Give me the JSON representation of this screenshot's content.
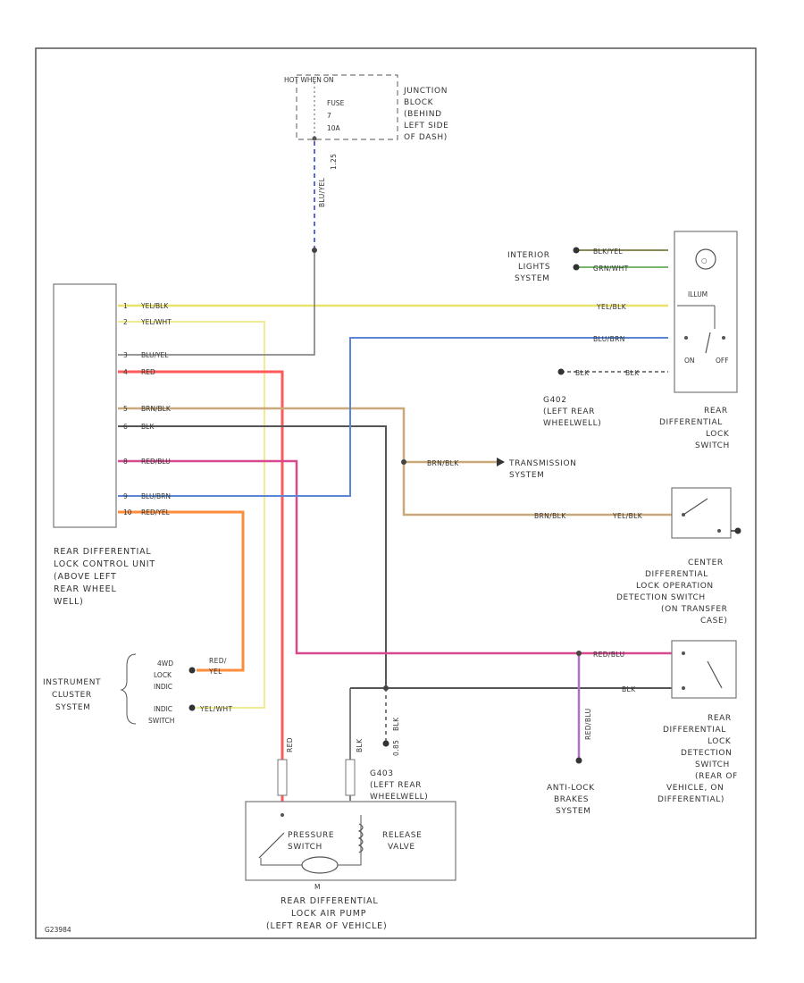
{
  "hot_box": {
    "hot_in": "HOT WHEN",
    "on": "ON",
    "fuse_label": "FUSE",
    "fuse_num": "7",
    "fuse_amp": "10A"
  },
  "junction_block": [
    "JUNCTION",
    "BLOCK",
    "(BEHIND",
    "LEFT SIDE",
    "OF DASH)"
  ],
  "feed_wire": "BLU/YEL",
  "feed_gauge": "1.25",
  "control_unit": {
    "label": [
      "REAR DIFFERENTIAL",
      "LOCK CONTROL UNIT",
      "(ABOVE LEFT",
      "REAR WHEEL",
      "WELL)"
    ],
    "pins": [
      {
        "num": "1",
        "wire": "YEL/BLK"
      },
      {
        "num": "2",
        "wire": "YEL/WHT"
      },
      {
        "num": "3",
        "wire": "BLU/YEL"
      },
      {
        "num": "4",
        "wire": "RED"
      },
      {
        "num": "5",
        "wire": "BRN/BLK"
      },
      {
        "num": "6",
        "wire": "BLK"
      },
      {
        "num": "8",
        "wire": "RED/BLU"
      },
      {
        "num": "9",
        "wire": "BLU/BRN"
      },
      {
        "num": "10",
        "wire": "RED/YEL"
      }
    ]
  },
  "interior_lights": {
    "label": [
      "INTERIOR",
      "LIGHTS",
      "SYSTEM"
    ],
    "wire1": "BLK/YEL",
    "wire2": "GRN/WHT"
  },
  "rear_diff_switch": {
    "label": [
      "REAR",
      "DIFFERENTIAL",
      "LOCK",
      "SWITCH"
    ],
    "illum": "ILLUM",
    "on": "ON",
    "off": "OFF",
    "wire_yel": "YEL/BLK",
    "wire_blu": "BLU/BRN",
    "wire_blk": "BLK",
    "ground_wire": "BLK"
  },
  "g402": {
    "label": [
      "G402",
      "(LEFT REAR",
      "WHEELWELL)"
    ]
  },
  "transmission": {
    "label": [
      "TRANSMISSION",
      "SYSTEM"
    ],
    "wire": "BRN/BLK"
  },
  "center_diff": {
    "label": [
      "CENTER",
      "DIFFERENTIAL",
      "LOCK OPERATION",
      "DETECTION SWITCH",
      "(ON TRANSFER",
      "CASE)"
    ],
    "wire1": "BRN/BLK",
    "wire2": "YEL/BLK"
  },
  "rear_diff_detect": {
    "label": [
      "REAR",
      "DIFFERENTIAL",
      "LOCK",
      "DETECTION",
      "SWITCH",
      "(REAR OF",
      "VEHICLE, ON",
      "DIFFERENTIAL)"
    ],
    "wire1": "RED/BLU",
    "wire2": "BLK"
  },
  "antilock": {
    "label": [
      "ANTI-LOCK",
      "BRAKES",
      "SYSTEM"
    ],
    "wire": "RED/BLU"
  },
  "instrument_cluster": {
    "label": [
      "INSTRUMENT",
      "CLUSTER",
      "SYSTEM"
    ],
    "indicator": [
      "4WD",
      "LOCK",
      "INDIC"
    ],
    "switch": [
      "INDIC",
      "SWITCH"
    ],
    "wire_red_yel": [
      "RED/",
      "YEL"
    ],
    "wire_yel_wht": "YEL/WHT"
  },
  "g403": {
    "label": [
      "G403",
      "(LEFT REAR",
      "WHEELWELL)"
    ],
    "wire": "BLK",
    "gauge": "0.85"
  },
  "pump": {
    "label": [
      "REAR DIFFERENTIAL",
      "LOCK AIR PUMP",
      "(LEFT REAR OF VEHICLE)"
    ],
    "pressure": [
      "PRESSURE",
      "SWITCH"
    ],
    "release": [
      "RELEASE",
      "VALVE"
    ],
    "motor": "M",
    "wire_red": "RED",
    "wire_blk": "BLK"
  },
  "figure_id": "G23984",
  "colors": {
    "yellow": "#e8e26a",
    "yellow_light": "#f1ec94",
    "blue": "#5b86d6",
    "red": "#ff5a5a",
    "brown": "#c9a97a",
    "black": "#444444",
    "magenta": "#d8488e",
    "orange": "#ff8c3a",
    "frame": "#555555"
  }
}
